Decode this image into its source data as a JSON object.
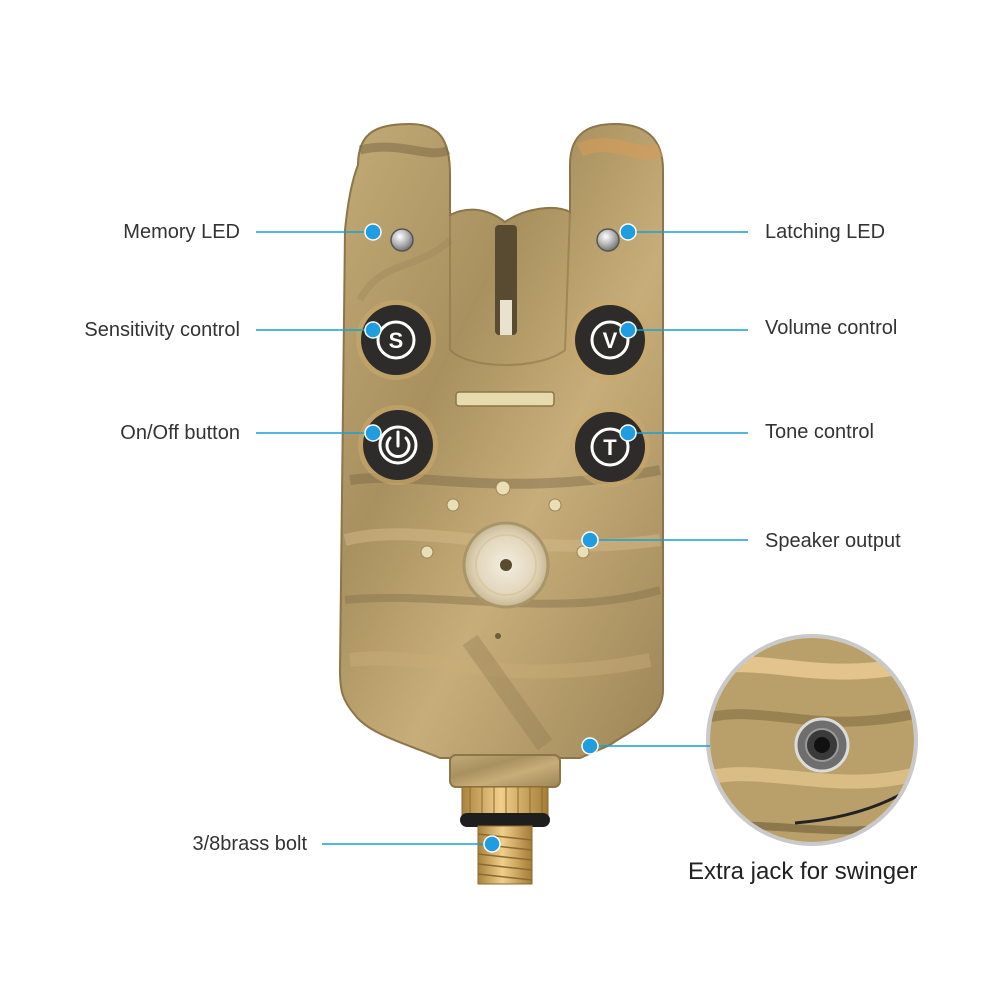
{
  "callouts": {
    "memory_led": "Memory LED",
    "sensitivity_control": "Sensitivity control",
    "on_off_button": "On/Off button",
    "latching_led": "Latching LED",
    "volume_control": "Volume control",
    "tone_control": "Tone control",
    "speaker_output": "Speaker output",
    "brass_bolt": "3/8brass bolt",
    "extra_jack": "Extra jack for swinger"
  },
  "buttons": {
    "sensitivity_letter": "S",
    "volume_letter": "V",
    "tone_letter": "T"
  },
  "colors": {
    "leader_line": "#1a9fd0",
    "marker_dot": "#1e9ee0",
    "button_face": "#2d2c2a",
    "camo_base": "#b9a271",
    "brass": "#d4a95a"
  },
  "icons": {
    "power": "power-icon"
  }
}
